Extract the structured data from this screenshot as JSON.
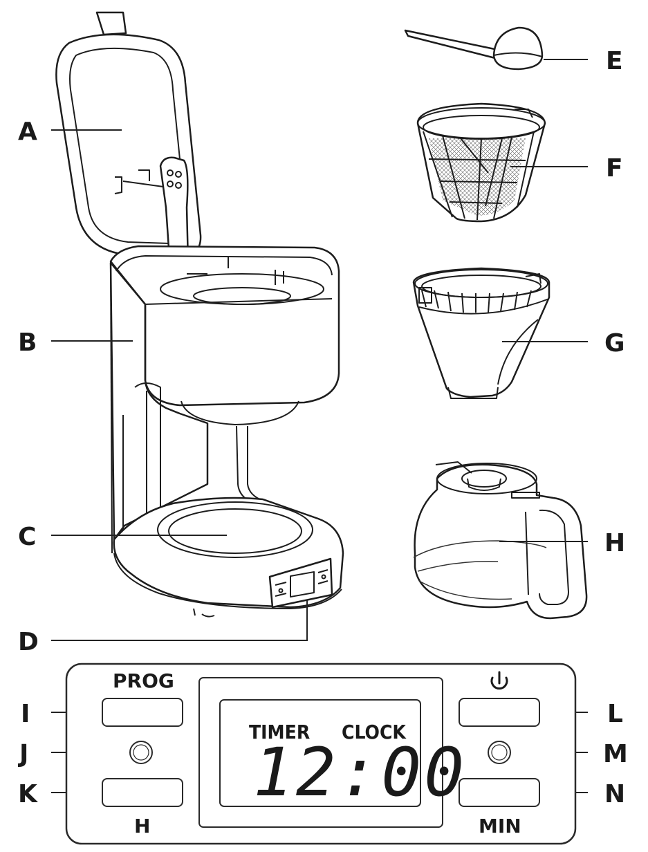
{
  "labels": {
    "A": "A",
    "B": "B",
    "C": "C",
    "D": "D",
    "E": "E",
    "F": "F",
    "G": "G",
    "H": "H",
    "I": "I",
    "J": "J",
    "K": "K",
    "L": "L",
    "M": "M",
    "N": "N"
  },
  "control_panel": {
    "prog_label": "PROG",
    "hour_label": "H",
    "min_label": "MIN",
    "power_icon": "power-icon",
    "display": {
      "timer_label": "TIMER",
      "clock_label": "CLOCK",
      "time": "12:00"
    }
  }
}
